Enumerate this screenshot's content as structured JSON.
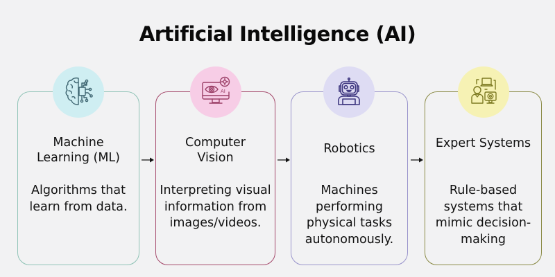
{
  "title": "Artificial Intelligence (AI)",
  "colors": {
    "ml_border": "#8fc3b6",
    "ml_circle": "#cfeef2",
    "cv_border": "#a4486a",
    "cv_circle": "#f7cde6",
    "robotics_border": "#9a95cc",
    "robotics_circle": "#dedcf3",
    "expert_border": "#8a8a45",
    "expert_circle": "#f6f2b4"
  },
  "cards": [
    {
      "heading": [
        "Machine",
        "Learning (ML)"
      ],
      "description": [
        "Algorithms that",
        "learn from data."
      ],
      "icon": "brain-circuit-icon"
    },
    {
      "heading": [
        "Computer",
        "Vision"
      ],
      "description": [
        "Interpreting visual",
        "information from",
        "images/videos."
      ],
      "icon": "monitor-eye-ai-icon"
    },
    {
      "heading": [
        "Robotics"
      ],
      "description": [
        "Machines",
        "performing",
        "physical tasks",
        "autonomously."
      ],
      "icon": "robot-icon"
    },
    {
      "heading": [
        "Expert Systems"
      ],
      "description": [
        "Rule-based",
        "systems that",
        "mimic decision-",
        "making"
      ],
      "icon": "expert-person-computer-icon"
    }
  ]
}
